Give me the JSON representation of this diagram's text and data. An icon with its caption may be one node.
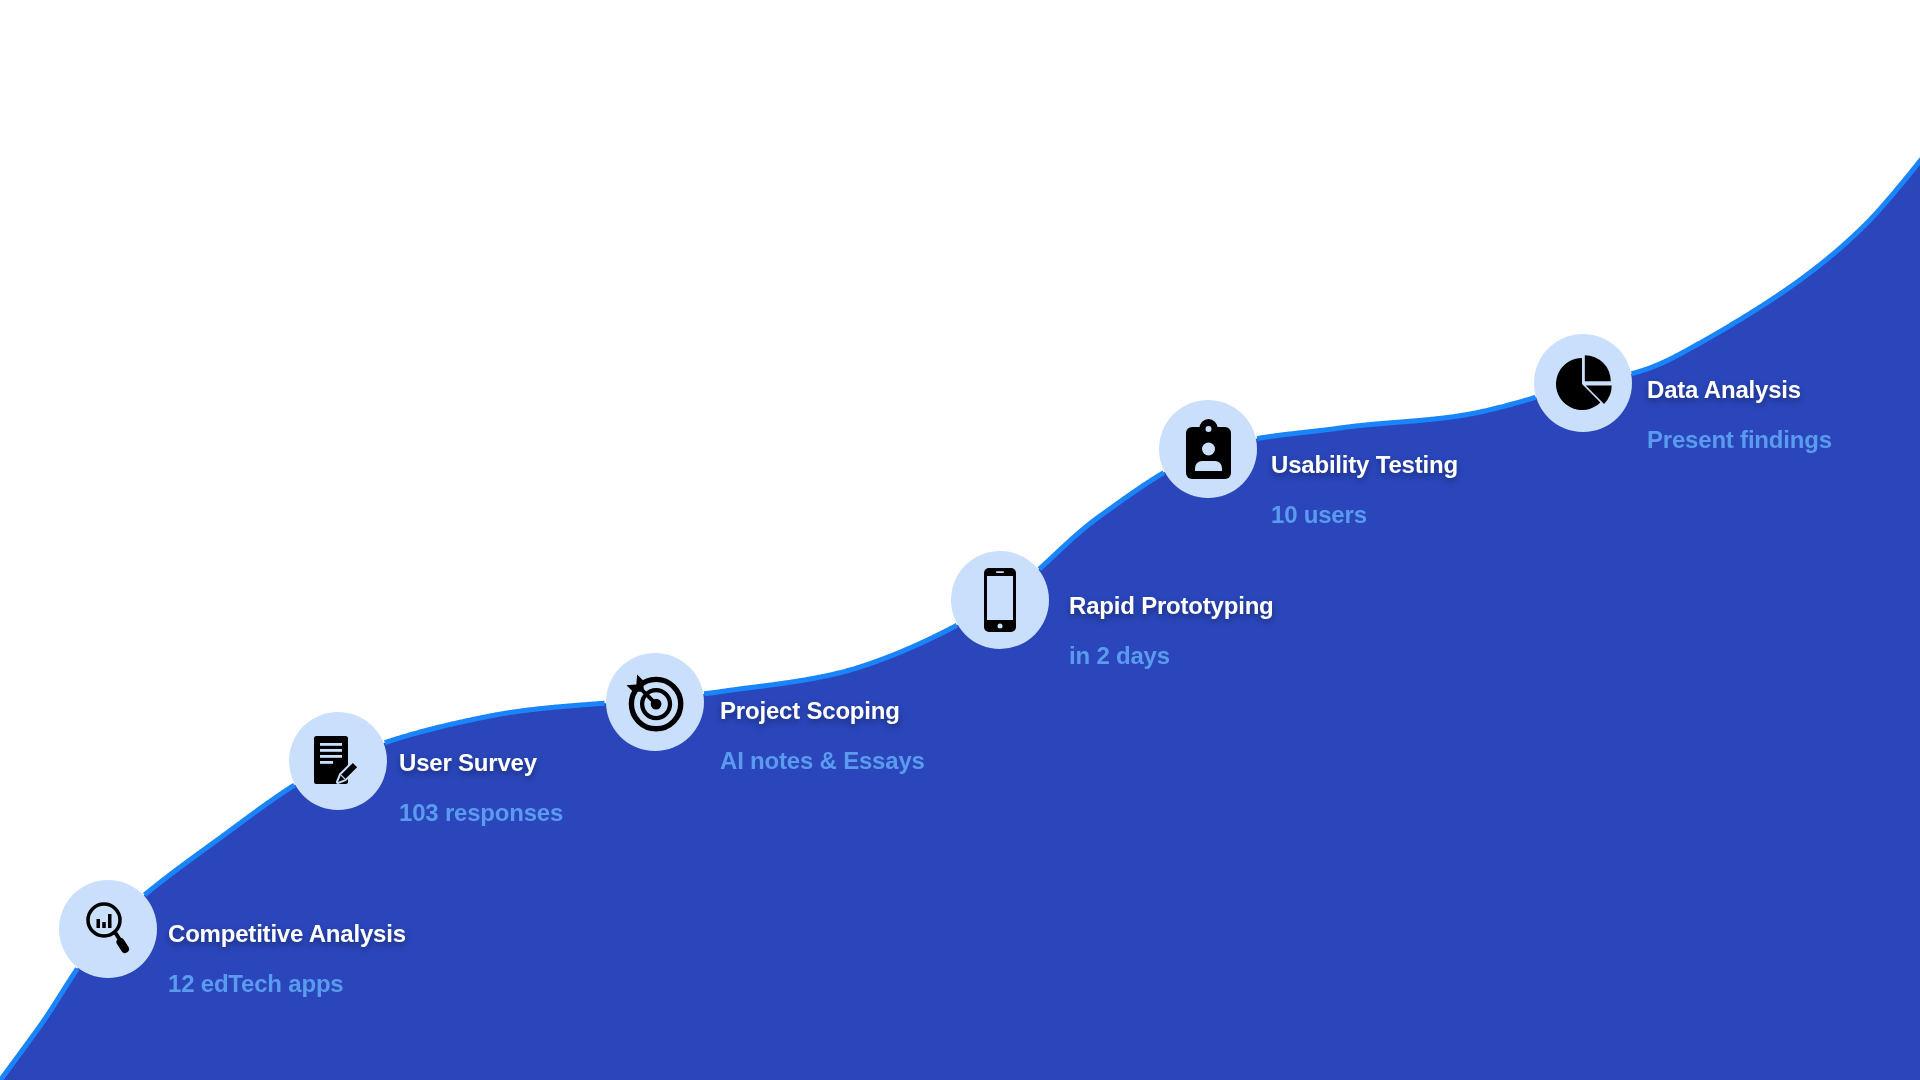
{
  "diagram": {
    "nodes": [
      {
        "text": [
          "Competitive Analysis",
          "12 edTech apps"
        ]
      },
      {
        "text": [
          "User Survey",
          "103 responses"
        ]
      },
      {
        "text": [
          "Project Scoping",
          "AI notes & Essays"
        ]
      },
      {
        "text": [
          "Rapid Prototyping",
          "in 2 days"
        ]
      },
      {
        "text": [
          "Usability Testing",
          "10 users"
        ]
      },
      {
        "text": [
          "Data Analysis",
          "Present findings"
        ]
      }
    ],
    "edges": [
      {
        "from": null,
        "to": 0,
        "arrow": "none"
      },
      {
        "from": 0,
        "to": 1,
        "arrow": "none"
      },
      {
        "from": 1,
        "to": 2,
        "arrow": "none"
      },
      {
        "from": 2,
        "to": 3,
        "arrow": "none"
      },
      {
        "from": 3,
        "to": 4,
        "arrow": "none"
      },
      {
        "from": 4,
        "to": 5,
        "arrow": "none"
      },
      {
        "from": 5,
        "to": null,
        "arrow": "none"
      }
    ]
  }
}
